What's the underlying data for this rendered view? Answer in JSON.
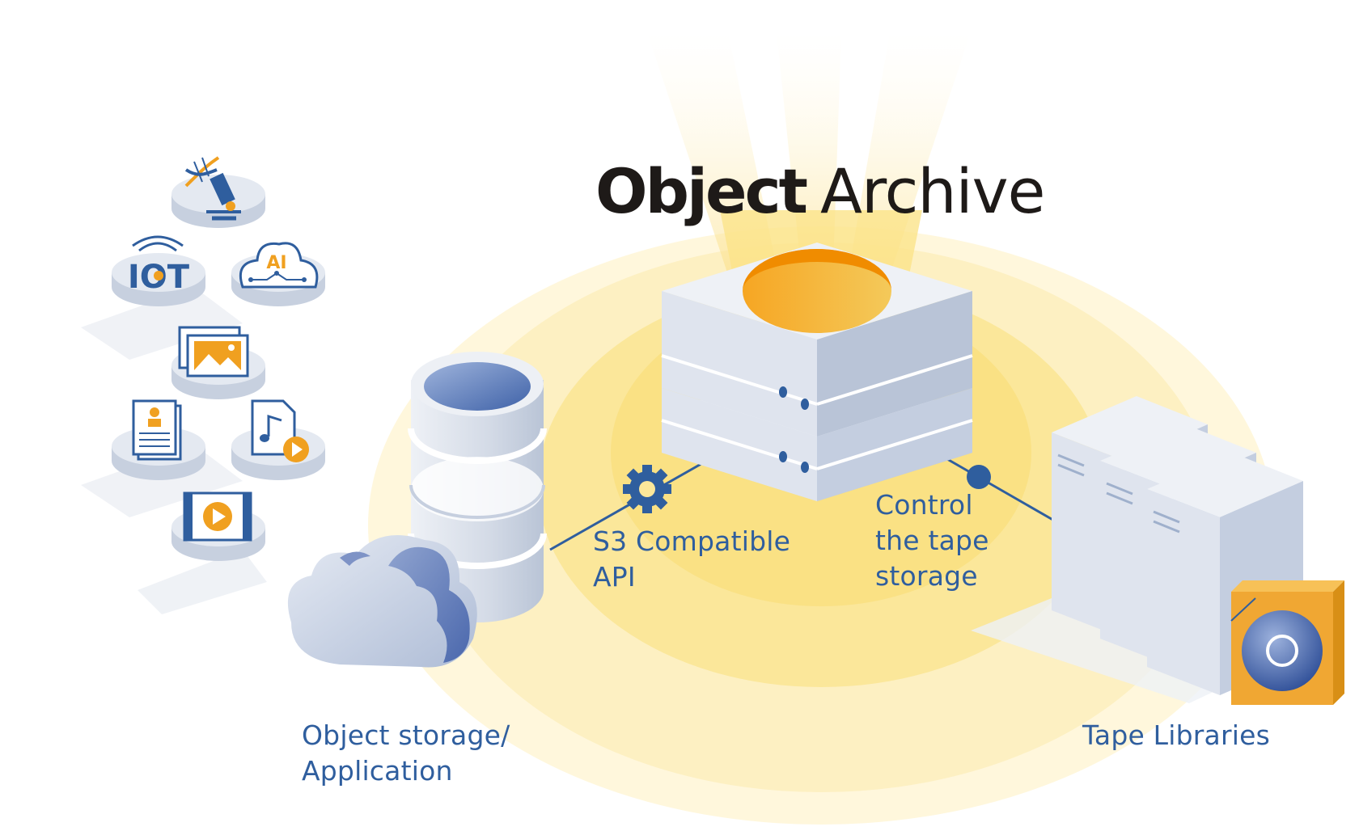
{
  "title": {
    "object": "Object",
    "archive": "Archive"
  },
  "labels": {
    "s3_api": [
      "S3 Compatible",
      "API"
    ],
    "control": [
      "Control",
      "the tape",
      "storage"
    ],
    "object_storage": [
      "Object storage/",
      "Application"
    ],
    "tape_libraries": "Tape Libraries"
  },
  "icons": {
    "iot": "IOT",
    "ai": "AI"
  },
  "colors": {
    "label_blue": "#2f5e9e",
    "accent_orange": "#f0a020",
    "glow_yellow": "#fbe79a",
    "server_gray": "#d6dde9",
    "cylinder_blue": "#5c7fc0",
    "title_accent_green": "#1f8a4c"
  }
}
